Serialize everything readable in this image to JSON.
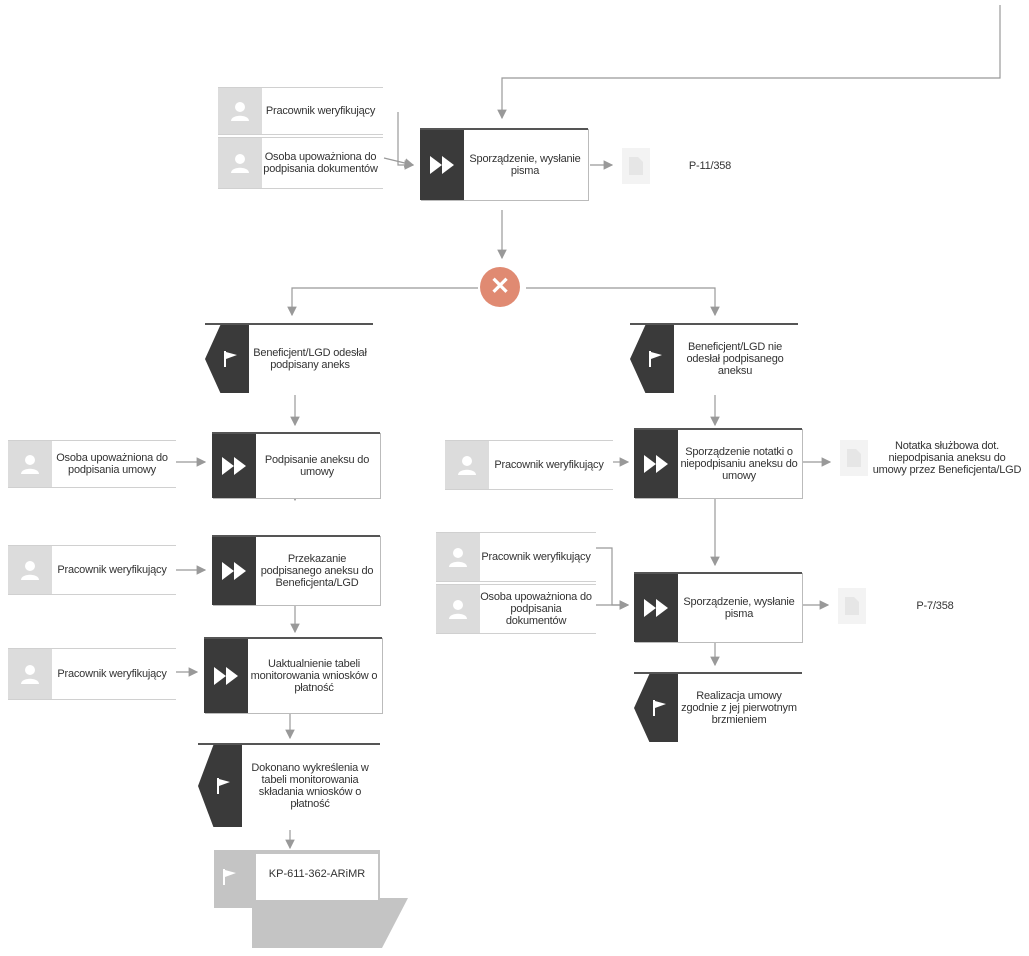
{
  "roles": {
    "pracownik_top": "Pracownik weryfikujący",
    "osoba_top": "Osoba upoważniona do podpisania dokumentów",
    "osoba_umowy": "Osoba upoważniona do podpisania umowy",
    "pracownik_przekazanie": "Pracownik weryfikujący",
    "pracownik_uaktualnienie": "Pracownik weryfikujący",
    "pracownik_notatka": "Pracownik weryfikujący",
    "pracownik_right2": "Pracownik weryfikujący",
    "osoba_right2": "Osoba upoważniona do podpisania dokumentów"
  },
  "tasks": {
    "sporzadzenie_top": "Sporządzenie, wysłanie pisma",
    "podpisanie": "Podpisanie aneksu do umowy",
    "przekazanie": "Przekazanie podpisanego aneksu do Beneficjenta/LGD",
    "uaktualnienie": "Uaktualnienie tabeli monitorowania wniosków o płatność",
    "notatka": "Sporządzenie notatki o niepodpisaniu aneksu do umowy",
    "sporzadzenie_right": "Sporządzenie, wysłanie pisma"
  },
  "events": {
    "odeslal": "Beneficjent/LGD odesłał podpisany aneks",
    "nie_odeslal": "Beneficjent/LGD nie odesłał podpisanego aneksu",
    "wykreslenie": "Dokonano wykreślenia w tabeli monitorowania składania wniosków o płatność",
    "realizacja": "Realizacja umowy zgodnie z jej pierwotnym brzmieniem"
  },
  "documents": {
    "p11": "P-11/358",
    "notatka": "Notatka służbowa dot. niepodpisania aneksu do umowy przez Beneficjenta/LGD",
    "p7": "P-7/358"
  },
  "end_label": "KP-611-362-ARiMR",
  "colors": {
    "task_side": "#3a3a3a",
    "avatar_bg": "#dcdcdc",
    "gateway": "#e08a72",
    "end_shape": "#c4c4c4",
    "connector": "#999999"
  },
  "icons": {
    "person": "person-icon",
    "task": "fast-forward-icon",
    "event": "flag-icon",
    "document": "document-icon",
    "gateway": "x-icon"
  }
}
